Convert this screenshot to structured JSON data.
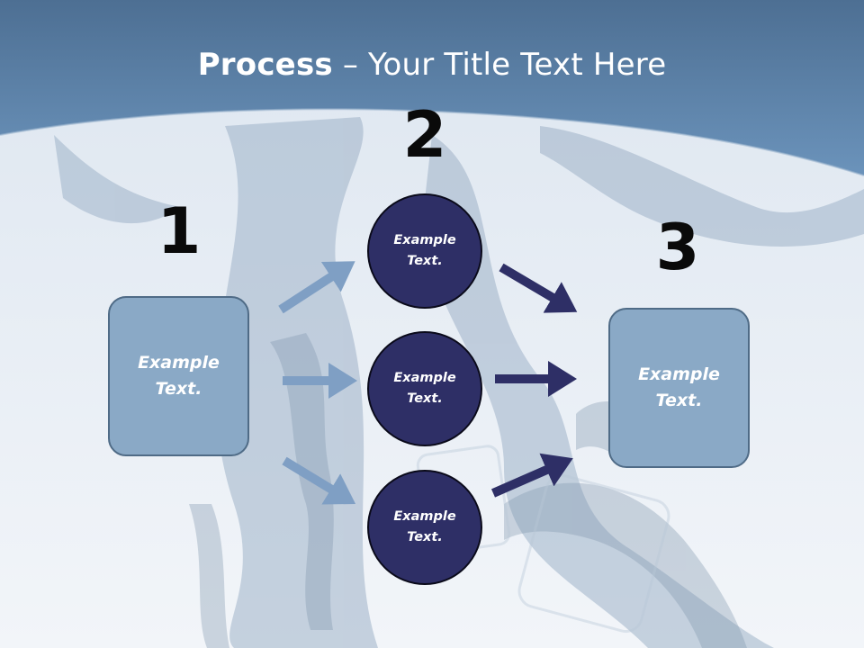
{
  "title": {
    "bold": "Process",
    "rest": " – Your Title Text Here"
  },
  "steps": [
    {
      "number": "1"
    },
    {
      "number": "2"
    },
    {
      "number": "3"
    }
  ],
  "left_box": {
    "line1": "Example",
    "line2": "Text."
  },
  "right_box": {
    "line1": "Example",
    "line2": "Text."
  },
  "circles": [
    {
      "line1": "Example",
      "line2": "Text."
    },
    {
      "line1": "Example",
      "line2": "Text."
    },
    {
      "line1": "Example",
      "line2": "Text."
    }
  ],
  "colors": {
    "header": "#5f86ad",
    "box_fill": "#8aa9c6",
    "box_border": "#4f6b86",
    "circle_fill": "#2e2f66",
    "arrow_light": "#7f9fc4",
    "arrow_dark": "#2e2f66"
  }
}
